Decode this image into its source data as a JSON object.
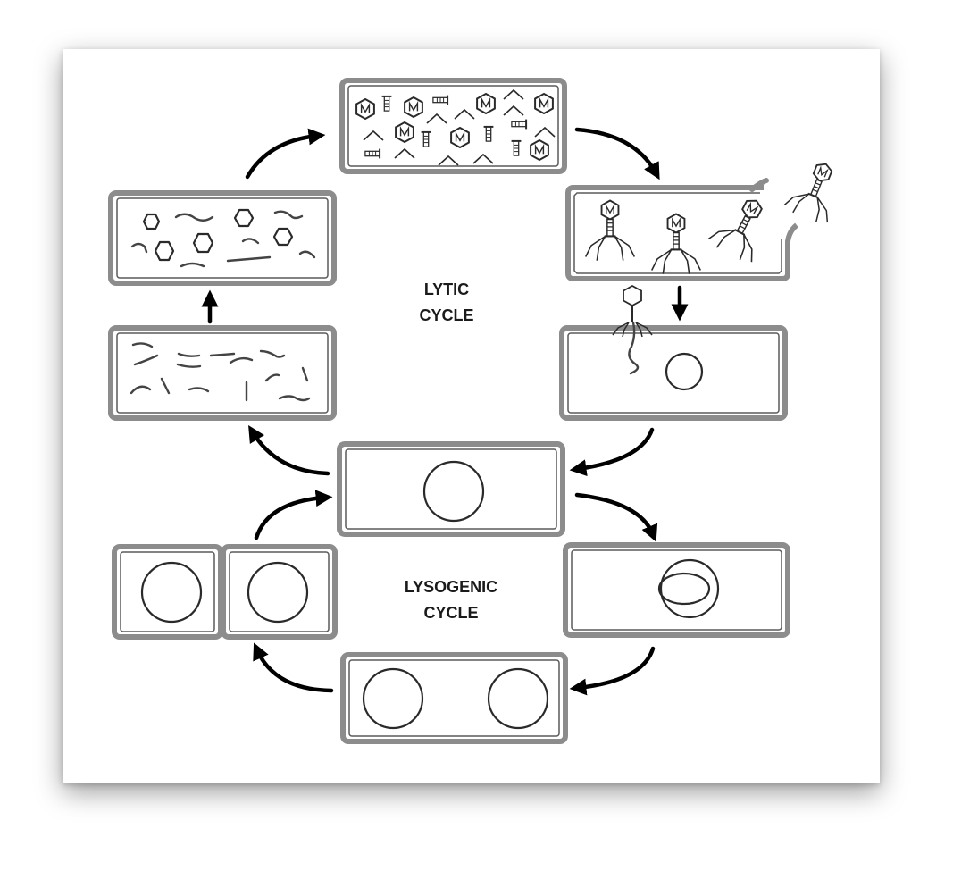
{
  "labels": {
    "lytic_line1": "LYTIC",
    "lytic_line2": "CYCLE",
    "lysogenic_line1": "LYSOGENIC",
    "lysogenic_line2": "CYCLE"
  },
  "colors": {
    "cell_wall": "#8c8c8c",
    "ink": "#2a2a2a",
    "arrow": "#000000",
    "shadow": "rgba(0,0,0,0.38)"
  }
}
